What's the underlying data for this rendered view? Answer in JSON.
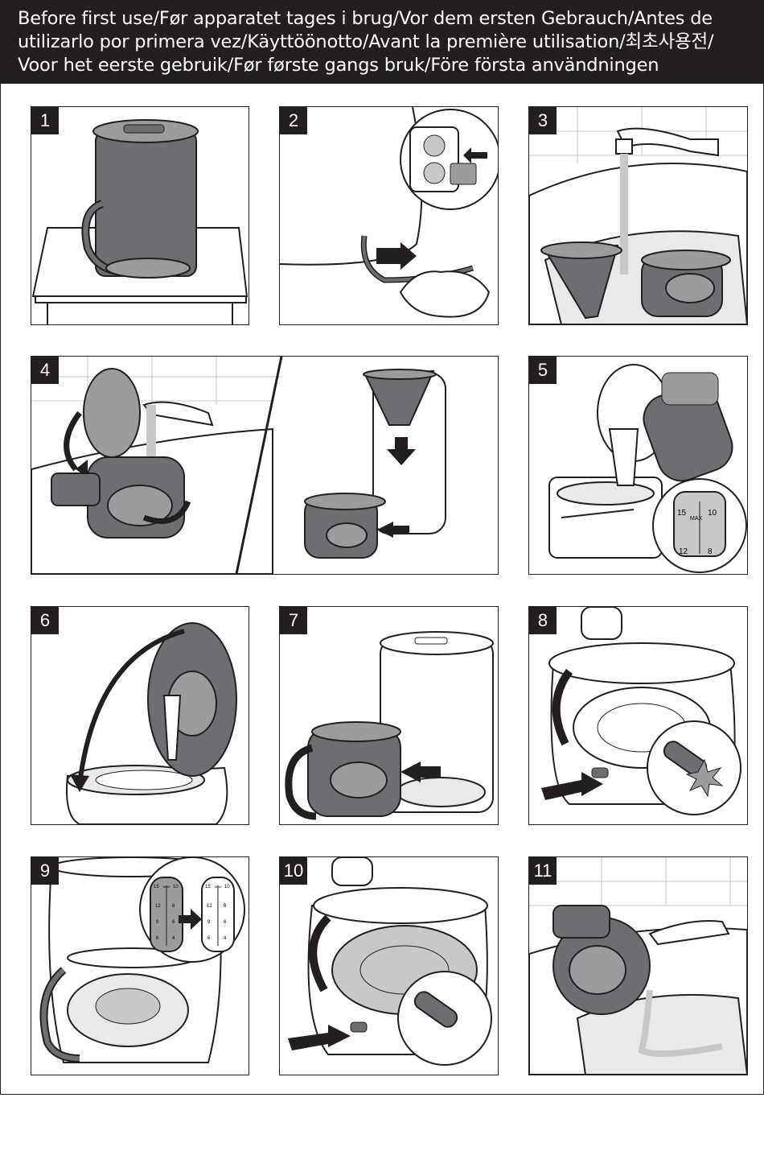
{
  "header": {
    "title": "Before first use/Før apparatet tages i brug/Vor dem ersten Gebrauch/Antes de utilizarlo por primera vez/Käyttöönotto/Avant la première utilisation/최초사용전/ Voor het eerste gebruik/Før første gangs bruk/Före första användningen"
  },
  "steps": [
    {
      "number": "1"
    },
    {
      "number": "2"
    },
    {
      "number": "3"
    },
    {
      "number": "4"
    },
    {
      "number": "5"
    },
    {
      "number": "6"
    },
    {
      "number": "7"
    },
    {
      "number": "8"
    },
    {
      "number": "9"
    },
    {
      "number": "10"
    },
    {
      "number": "11"
    }
  ],
  "gauges": {
    "step5": {
      "max_label": "MAX",
      "top_left": "15",
      "top_right": "10",
      "mid_left": "12",
      "mid_right": "8"
    },
    "step9": {
      "top_left": "15",
      "max_label": "MAX",
      "top_right": "10",
      "r2_left": "12",
      "r2_right": "8",
      "r3_left": "9",
      "r3_right": "6",
      "r4_left": "6",
      "r4_right": "4"
    }
  },
  "colors": {
    "header_bg": "#231f20",
    "illustration_dark": "#6d6e71",
    "illustration_mid": "#9b9c9e",
    "illustration_light": "#c7c8ca"
  }
}
